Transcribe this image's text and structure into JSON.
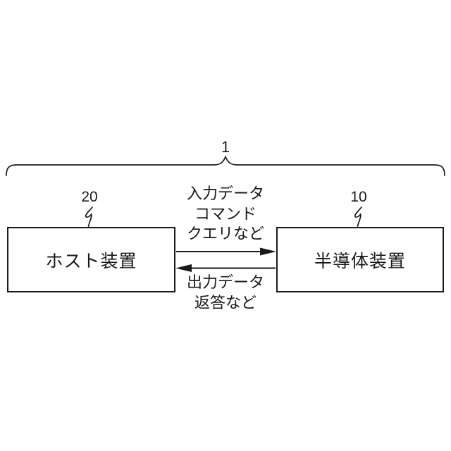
{
  "figure": {
    "system": {
      "ref": "1"
    },
    "host_box": {
      "ref": "20",
      "label": "ホスト装置"
    },
    "semiconductor_box": {
      "ref": "10",
      "label": "半導体装置"
    },
    "input_arrow": {
      "direction": "host-to-semiconductor",
      "labels": [
        "入力データ",
        "コマンド",
        "クエリなど"
      ]
    },
    "output_arrow": {
      "direction": "semiconductor-to-host",
      "labels": [
        "出力データ",
        "返答など"
      ]
    }
  },
  "colors": {
    "line": "#1a1a1a",
    "background": "#ffffff"
  }
}
